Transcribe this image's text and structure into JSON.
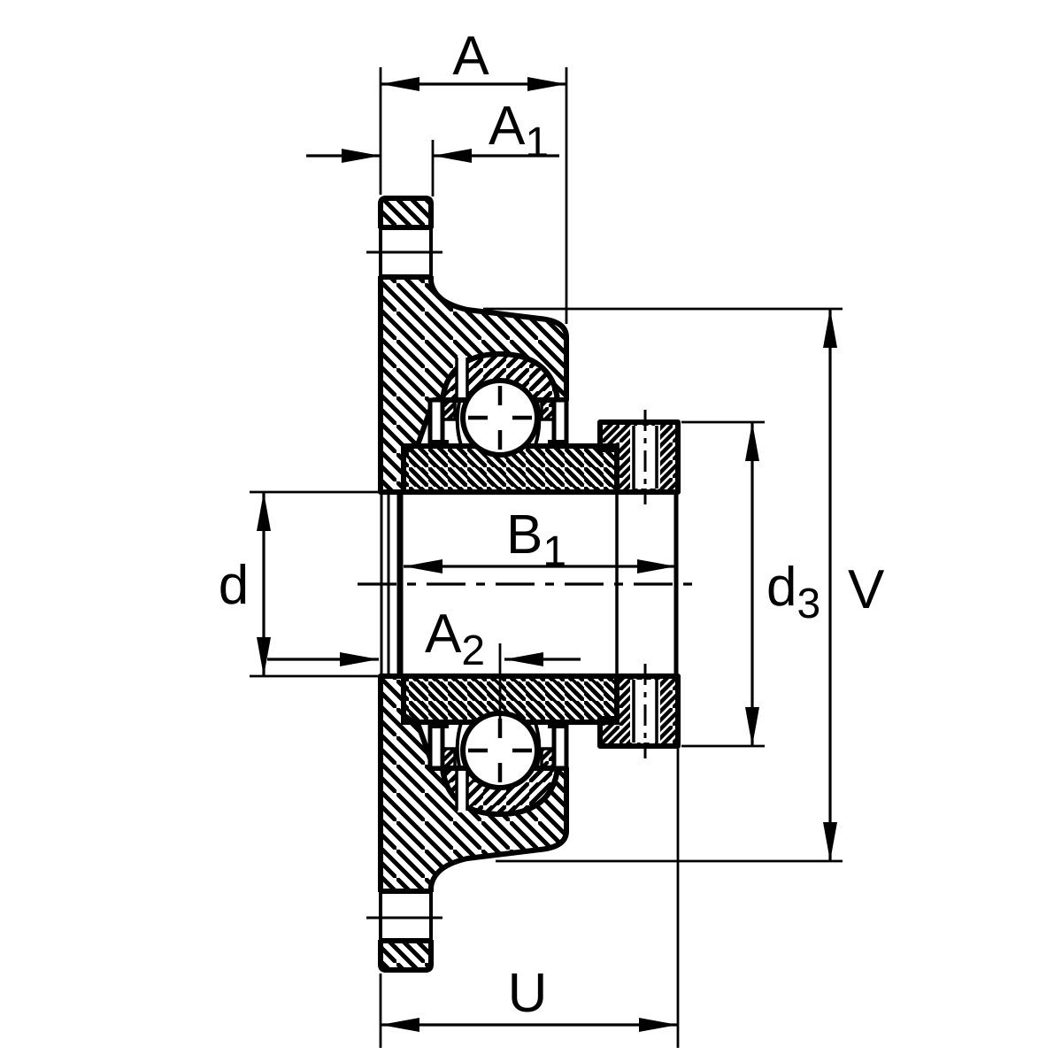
{
  "drawing": {
    "dimensions": {
      "A": {
        "main": "A",
        "sub": ""
      },
      "A1": {
        "main": "A",
        "sub": "1"
      },
      "A2": {
        "main": "A",
        "sub": "2"
      },
      "B1": {
        "main": "B",
        "sub": "1"
      },
      "d": {
        "main": "d",
        "sub": ""
      },
      "d3": {
        "main": "d",
        "sub": "3"
      },
      "V": {
        "main": "V",
        "sub": ""
      },
      "U": {
        "main": "U",
        "sub": ""
      }
    },
    "colors": {
      "line": "#000000",
      "background": "#ffffff"
    }
  }
}
